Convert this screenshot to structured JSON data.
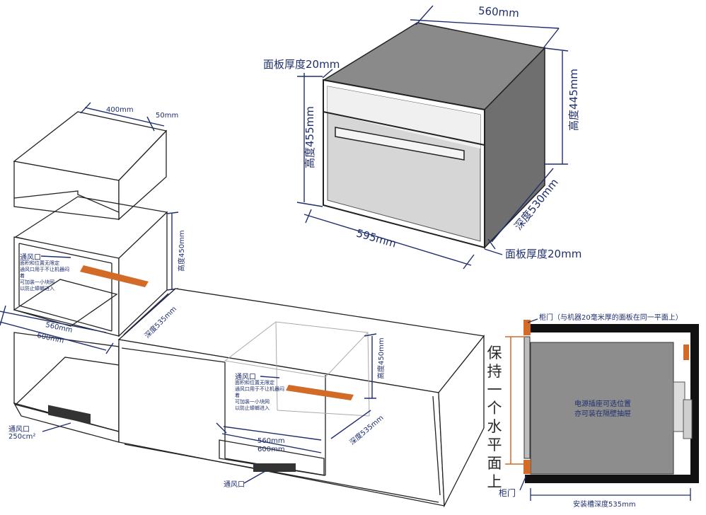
{
  "colors": {
    "line": "#1f2f6e",
    "orange": "#d26a28",
    "panel": "#8a8a8a",
    "dark": "#111111"
  },
  "oven": {
    "top_width": "560mm",
    "panel_thickness_top": "面板厚度20mm",
    "height_right": "高度445mm",
    "height_left": "高度455mm",
    "depth": "深度530mm",
    "front_width": "595mm",
    "panel_thickness_bottom": "面板厚度20mm"
  },
  "tall_cabinet": {
    "top_width": "400mm",
    "top_side": "50mm",
    "height": "高度450mm",
    "vent_title": "通风口",
    "vent_note": "面积和位置无限定\n通风口用于不让机器闷着\n可加装一小块网\n以防止蟑螂进入",
    "depth": "深度535mm",
    "width_560": "560mm",
    "width_600": "600mm",
    "bottom_vent_label": "通风口",
    "bottom_vent_area": "250cm²"
  },
  "counter_cabinet": {
    "vent_title": "通风口",
    "vent_note": "面积和位置无限定\n通风口用于不让机器闷着\n可加装一小块网\n以防止蟑螂进入",
    "height": "高度450mm",
    "depth": "深度535mm",
    "width_560": "560mm",
    "width_600": "600mm",
    "bottom_vent_label": "通风口"
  },
  "section": {
    "top_note": "柜门（与机器20毫米厚的面板在同一平面上）",
    "vertical_text": "保持一个水平面上",
    "socket_note_1": "电源插座可选位置",
    "socket_note_2": "亦可装在隔壁抽屉",
    "bottom_door": "柜门",
    "slot_depth": "安装槽深度535mm"
  }
}
